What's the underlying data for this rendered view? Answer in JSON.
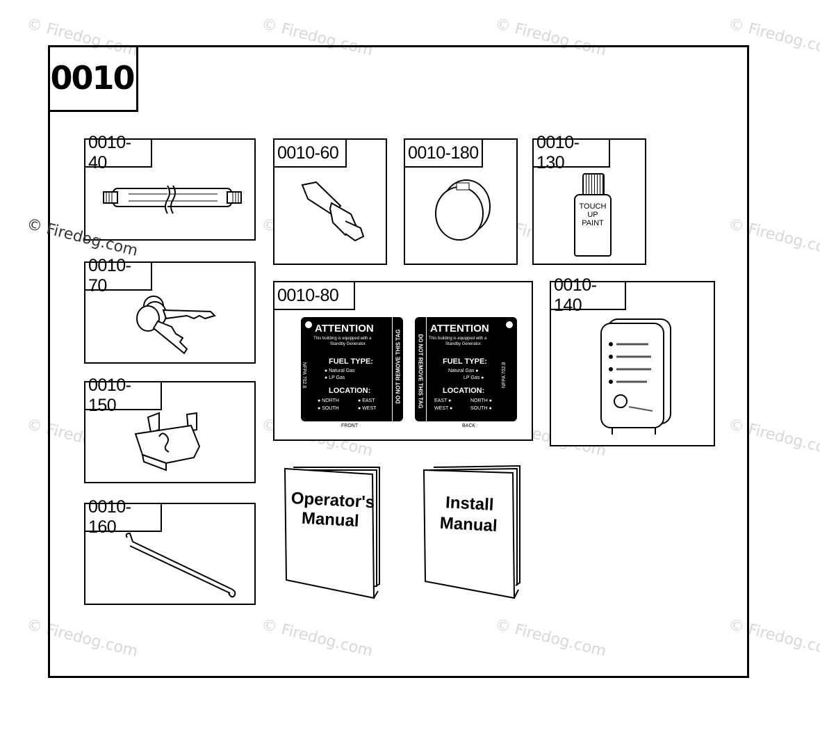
{
  "diagram": {
    "main_label": "0010",
    "panels": [
      {
        "id": "0010-40",
        "label": "0010-40"
      },
      {
        "id": "0010-60",
        "label": "0010-60"
      },
      {
        "id": "0010-180",
        "label": "0010-180"
      },
      {
        "id": "0010-130",
        "label": "0010-130"
      },
      {
        "id": "0010-70",
        "label": "0010-70"
      },
      {
        "id": "0010-80",
        "label": "0010-80"
      },
      {
        "id": "0010-140",
        "label": "0010-140"
      },
      {
        "id": "0010-150",
        "label": "0010-150"
      },
      {
        "id": "0010-160",
        "label": "0010-160"
      }
    ],
    "paint_bottle": {
      "line1": "TOUCH",
      "line2": "UP",
      "line3": "PAINT"
    },
    "tag": {
      "attention": "ATTENTION",
      "line1": "This building is equipped with a",
      "line2": "Standby Generator.",
      "fuel_type": "FUEL TYPE:",
      "natural_gas": "Natural Gas",
      "lp_gas": "LP Gas",
      "location": "LOCATION:",
      "north": "NORTH",
      "east": "EAST",
      "south": "SOUTH",
      "west": "WEST",
      "nfpa": "NFPA 702.8",
      "do_not_remove": "DO NOT REMOVE THIS TAG",
      "front": "FRONT",
      "back": "BACK"
    },
    "manuals": [
      {
        "line1": "Operator's",
        "line2": "Manual"
      },
      {
        "line1": "Install",
        "line2": "Manual"
      }
    ]
  },
  "watermark": "© Firedog.com"
}
